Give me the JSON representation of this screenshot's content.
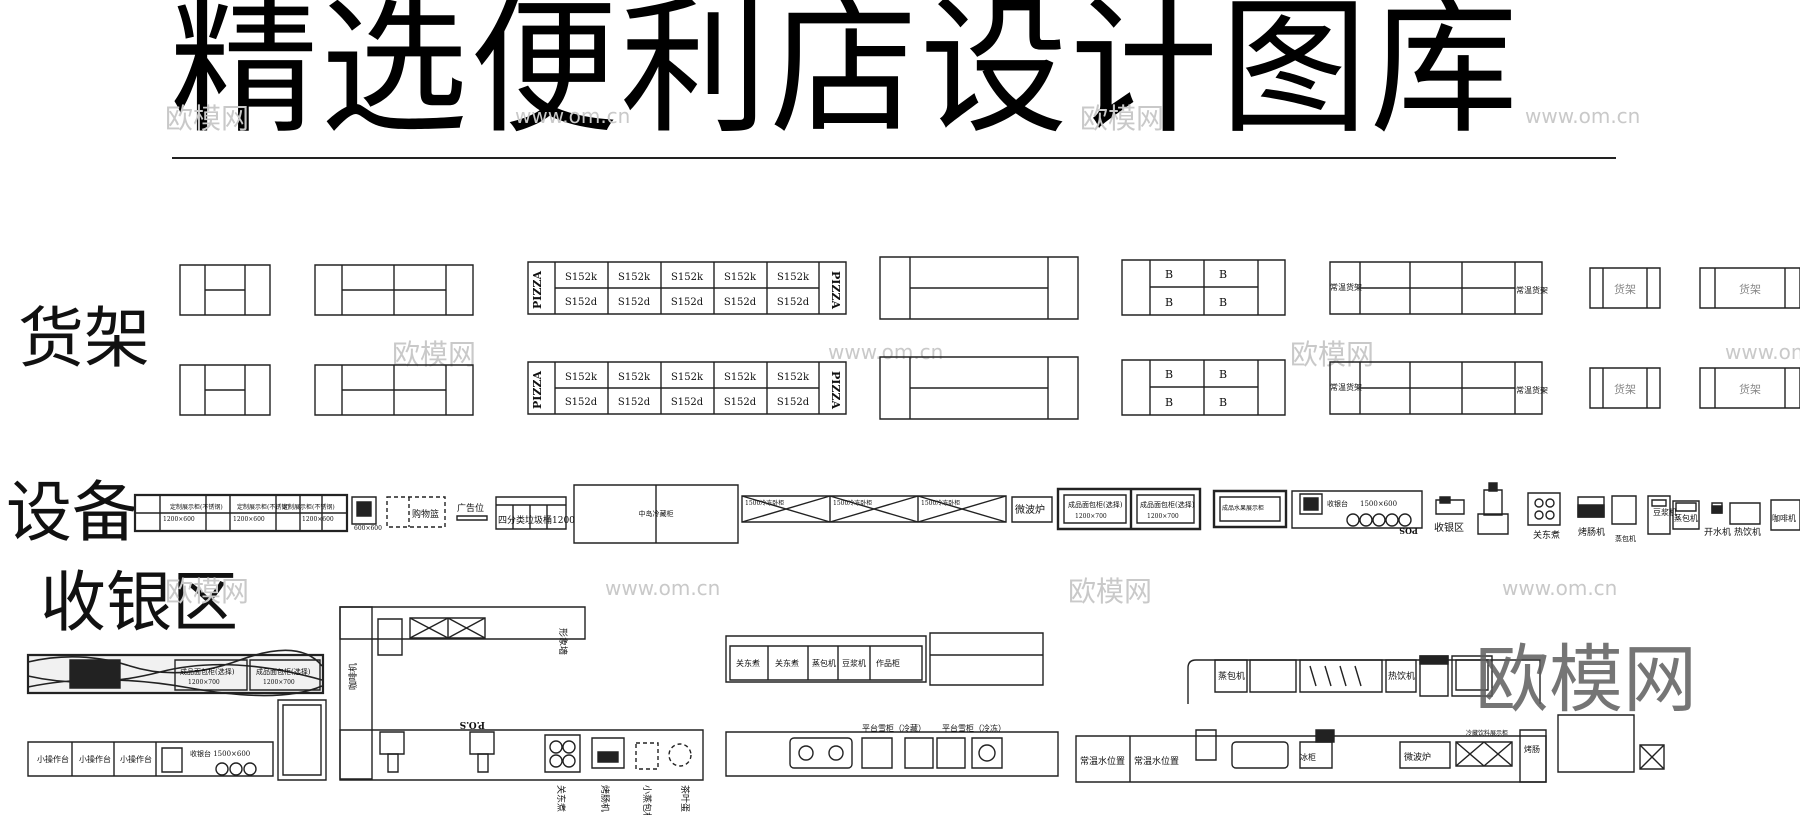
{
  "title": "精选便利店设计图库",
  "sections": {
    "shelves": "货架",
    "equipment": "设备",
    "cashier": "收银区"
  },
  "watermarks": {
    "logo": "欧模网",
    "url": "www.om.cn",
    "big_logo": "欧模网"
  },
  "shelf_labels": {
    "pizza": "PIZZA",
    "code_k": "S152k",
    "code_d": "S152d",
    "b": "B",
    "normal_temp_shelf": "常温货架",
    "shelf": "货架"
  },
  "equipment_labels": {
    "custom_shelf": "定制展示柜(不锈钢)",
    "size_1200": "1200×600",
    "size_600": "600×600",
    "shopping_cart": "购物篮",
    "ad_slot": "广告位",
    "four_bin": "四分类垃圾桶1200",
    "island_cabinet": "中岛冷藏柜",
    "freezer_row": "1500冷冻卧柜",
    "microwave": "微波炉",
    "bread_cabinet": "成品面包柜(选择)",
    "size_1200x700": "1200×700",
    "fruit_cabinet": "成品水果展示柜",
    "cashier_counter": "收银台",
    "counter_size": "1500×600",
    "pos": "POS",
    "cashier_area": "收银区",
    "oden": "关东煮",
    "sausage": "烤肠机",
    "bun_steamer": "蒸包机",
    "soymilk": "豆浆机",
    "water_boiler": "开水机",
    "drink_machine": "热饮机",
    "coffee": "咖啡机"
  },
  "cashier_labels": {
    "small_table": "小操作台",
    "bread_cabinet": "成品面包柜(选择)",
    "size_1200x700": "1200×700",
    "counter_size": "收银台 1500×600",
    "coffee": "咖啡机",
    "image_wall": "形象墙",
    "oden": "关东煮",
    "sausage": "烤肠机",
    "bun_steamer": "小蒸包机",
    "tea_egg": "茶叶蛋",
    "platform_freeze": "平台雪柜（冷藏）",
    "platform_cold": "平台雪柜（冷冻）",
    "dough": "豆浆机",
    "fruit": "作品柜",
    "steamer": "蒸包机",
    "drink": "热饮机",
    "normal_water": "常温水位置",
    "microwave": "微波炉",
    "ice": "冰柜",
    "cold_display": "冷藏饮料展示柜",
    "oden2": "关东煮",
    "bake": "烤肠",
    "cash_pos": "P.O.S"
  }
}
